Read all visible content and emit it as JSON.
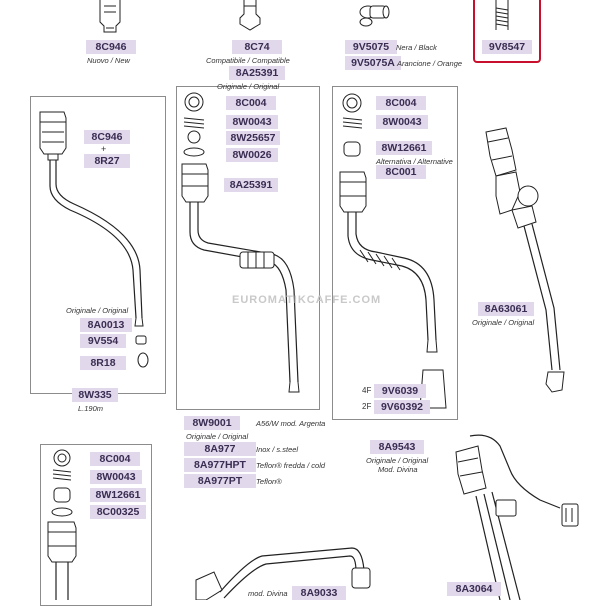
{
  "codes": {
    "c8C946_top": "8C946",
    "c8C74": "8C74",
    "c8A25391_top": "8A25391",
    "c9V5075": "9V5075",
    "c9V5075A": "9V5075A",
    "c9V8547": "9V8547",
    "c8C946_mid": "8C946",
    "c8R27": "8R27",
    "c8A0013": "8A0013",
    "c9V554": "9V554",
    "c8R18": "8R18",
    "c8W335": "8W335",
    "c8C004_a": "8C004",
    "c8W0043_a": "8W0043",
    "c8W25657": "8W25657",
    "c8W0026": "8W0026",
    "c8A25391_mid": "8A25391",
    "c8C004_b": "8C004",
    "c8W0043_b": "8W0043",
    "c8W12661_b": "8W12661",
    "c8C001": "8C001",
    "c8A63061": "8A63061",
    "c9V6039": "9V6039",
    "c9V60392": "9V60392",
    "c8W9001": "8W9001",
    "c8A977": "8A977",
    "c8A977HPT": "8A977HPT",
    "c8A977PT": "8A977PT",
    "c8A9543": "8A9543",
    "c8C004_c": "8C004",
    "c8W0043_c": "8W0043",
    "c8W12661_c": "8W12661",
    "c8C00325": "8C00325",
    "c8A9033": "8A9033",
    "c8A3064": "8A3064"
  },
  "notes": {
    "nuovo_new": "Nuovo / New",
    "compatibile": "Compatibile / Compatible",
    "originale_top": "Originale / Original",
    "nera_black": "Nera / Black",
    "arancione": "Arancione / Orange",
    "originale_left": "Originale / Original",
    "length_190": "L.190m",
    "alternativa": "Alternativa / Alternative",
    "originale_right": "Originale / Original",
    "a56w": "A56/W mod. Argenta",
    "originale_bottom": "Originale / Original",
    "inox": "Inox / s.steel",
    "teflon_cold": "Teflon® fredda / cold",
    "teflon": "Teflon®",
    "originale_divina": "Originale / Original",
    "mod_divina_a": "Mod. Divina",
    "mod_divina_b": "mod. Divina",
    "plus": "+",
    "prefix_4f": "4F",
    "prefix_2f": "2F"
  },
  "watermark": "EUROMATIKCAFFE.COM",
  "colors": {
    "label_bg": "#e2d8ec",
    "label_text": "#3a2d52",
    "highlight": "#c8102e"
  }
}
